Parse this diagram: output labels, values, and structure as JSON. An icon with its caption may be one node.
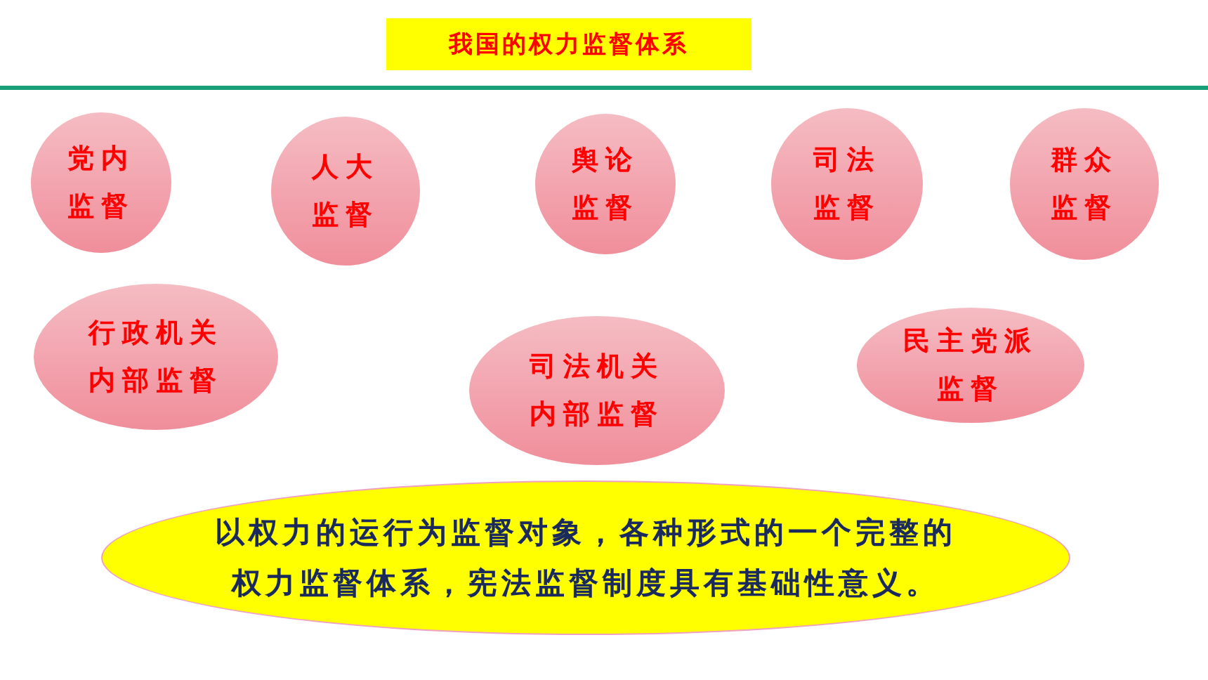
{
  "diagram": {
    "title": "我国的权力监督体系",
    "nodes": [
      {
        "text": [
          "党内监督"
        ]
      },
      {
        "text": [
          "人大监督"
        ]
      },
      {
        "text": [
          "舆论监督"
        ]
      },
      {
        "text": [
          "司法监督"
        ]
      },
      {
        "text": [
          "群众监督"
        ]
      },
      {
        "text": [
          "行政机关内部监督"
        ]
      },
      {
        "text": [
          "司法机关内部监督"
        ]
      },
      {
        "text": [
          "民主党派监督"
        ]
      },
      {
        "text": [
          "以权力的运行为监督对象，各种形式的一个完整的权力监督体系，宪法监督制度具有基础性意义。"
        ]
      }
    ]
  }
}
